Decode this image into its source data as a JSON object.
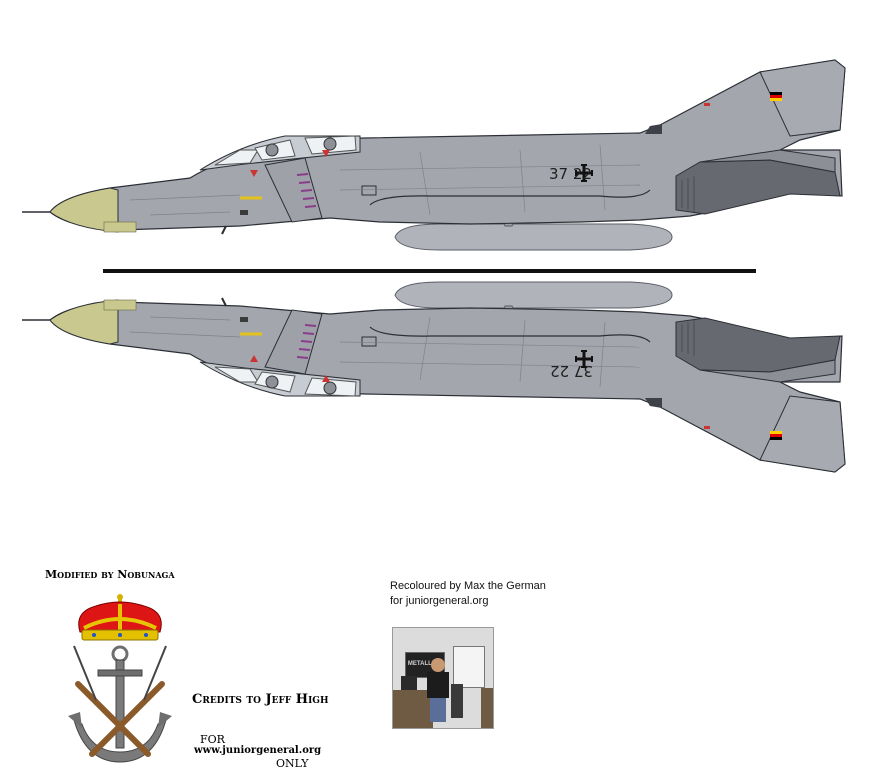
{
  "aircraft": {
    "serial_top": "37 22",
    "serial_bottom": "37 22"
  },
  "credits": {
    "modified_by": "Modified by Nobunaga",
    "recoloured_line1": "Recoloured by Max the German",
    "recoloured_line2": "for juniorgeneral.org",
    "credits_to": "Credits to Jeff High",
    "for_label": "FOR",
    "website": "www.juniorgeneral.org",
    "only_label": "ONLY",
    "poster_text": "METALLICA"
  },
  "colors": {
    "airframe_grey": "#a3a6ad",
    "radome_khaki": "#c9c88e",
    "flag_black": "#000000",
    "flag_red": "#dd0000",
    "flag_gold": "#ffce00"
  }
}
